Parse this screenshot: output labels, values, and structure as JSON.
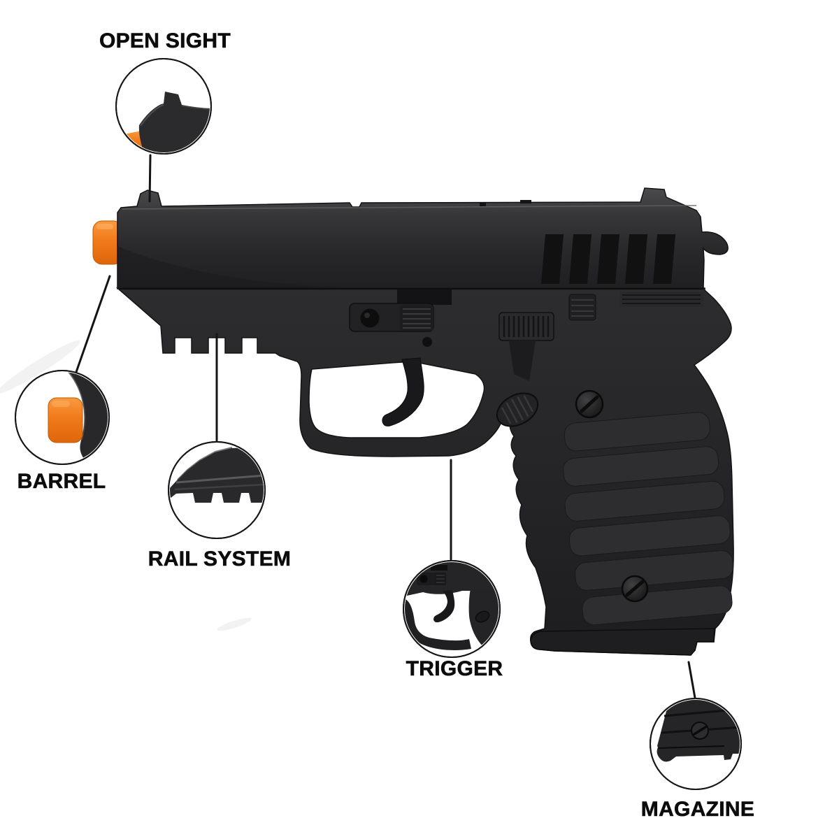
{
  "figure": {
    "background_color": "#ffffff",
    "callout_line_color": "#141414",
    "label_color": "#0c0c0c",
    "accent_orange": "#f07c1e",
    "gun_body_color": "#28282a"
  },
  "callouts": [
    {
      "id": "open-sight",
      "label": "OPEN SIGHT"
    },
    {
      "id": "barrel",
      "label": "BARREL"
    },
    {
      "id": "rail-system",
      "label": "RAIL SYSTEM"
    },
    {
      "id": "trigger",
      "label": "TRIGGER"
    },
    {
      "id": "magazine",
      "label": "MAGAZINE"
    }
  ]
}
